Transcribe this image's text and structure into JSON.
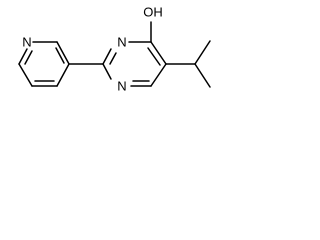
{
  "atoms": {
    "hydroxyl": "OH",
    "pyrimidine_n3": "N",
    "pyrimidine_n1": "N",
    "pyridine_n": "N"
  }
}
